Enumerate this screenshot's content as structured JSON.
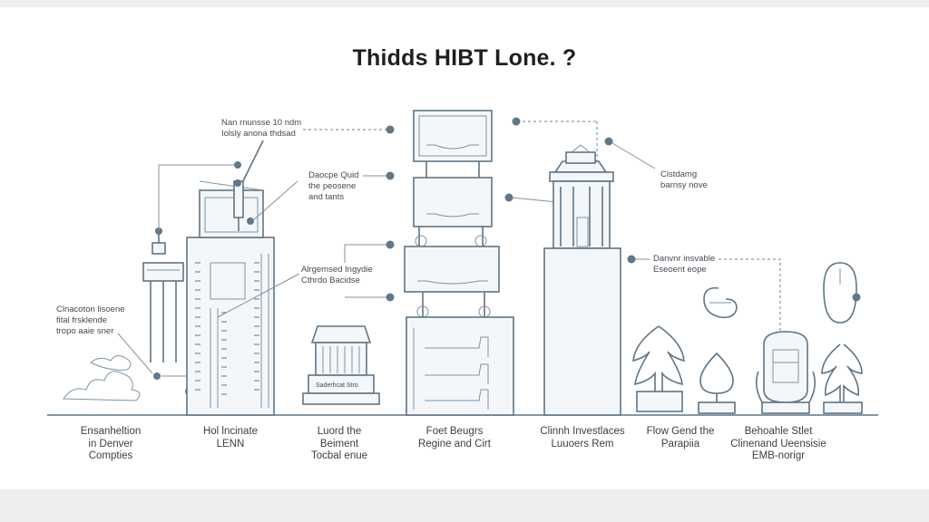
{
  "title": "Thidds HIBT Lone. ?",
  "callouts": {
    "top_left": [
      "Nan rnunsse 10 ndm",
      "Iolsly anona thdsad"
    ],
    "mid_left": [
      "Daocpe Quid",
      "the peosene",
      "and tants"
    ],
    "center_left": [
      "Alrgemsed Ingydie",
      "Cthrdo Bacidse"
    ],
    "left": [
      "Clnacoton lisoene",
      "fital frsklende",
      "tropo aaie sner"
    ],
    "top_right": [
      "Clstdamg",
      "barnsy nove"
    ],
    "right": [
      "Danvnr insvable",
      "Eseoent eope"
    ]
  },
  "plaque": "Saderhcat Stro",
  "captions": [
    [
      "Ensanheltion",
      "in Denver",
      "Compties"
    ],
    [
      "Hol lncinate",
      "LENN"
    ],
    [
      "Luord the",
      "Beiment",
      "Tocbal enue"
    ],
    [
      "Foet Beugrs",
      "Regine and Cirt"
    ],
    [
      "Clinnh Investlaces",
      "Luuoers Rem"
    ],
    [
      "Flow Gend the",
      "Parapiia"
    ],
    [
      "Behoahle Stlet",
      "Clinenand Ueensisie",
      "EMB-norigr"
    ]
  ],
  "colors": {
    "line": "#5f7585",
    "dot": "#607888",
    "text": "#3a3f45",
    "title": "#1f1f1f"
  }
}
